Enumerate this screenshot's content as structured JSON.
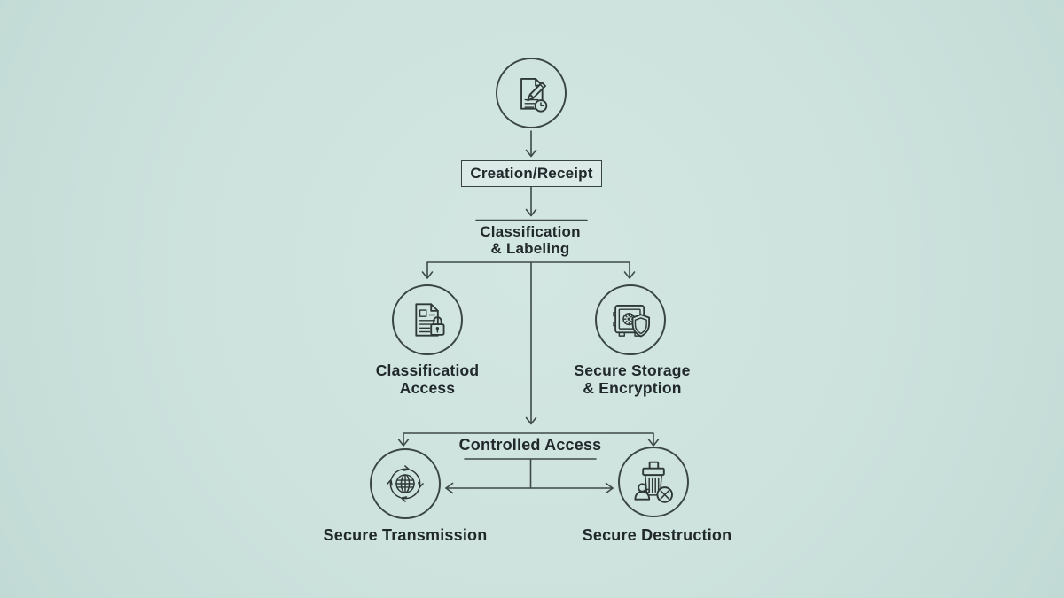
{
  "colors": {
    "background": "#cde2dd",
    "line": "#3d4a48",
    "text": "#20282a",
    "icon_stroke": "#2e3837",
    "box_border": "#38423f"
  },
  "nodes": {
    "creation": {
      "label": "Creation/Receipt",
      "icon": "document-edit-icon"
    },
    "classification": {
      "line1": "Classification",
      "line2": "& Labeling"
    },
    "classified_access": {
      "icon": "document-lock-icon",
      "line1": "Classificatiod",
      "line2": "Access"
    },
    "secure_storage": {
      "icon": "safe-shield-icon",
      "line1": "Secure Storage",
      "line2": "& Encryption"
    },
    "controlled_access": {
      "label": "Controlled Access"
    },
    "secure_transmission": {
      "icon": "globe-sync-icon",
      "label": "Secure Transmission"
    },
    "secure_destruction": {
      "icon": "shredder-icon",
      "label": "Secure Destruction"
    }
  }
}
